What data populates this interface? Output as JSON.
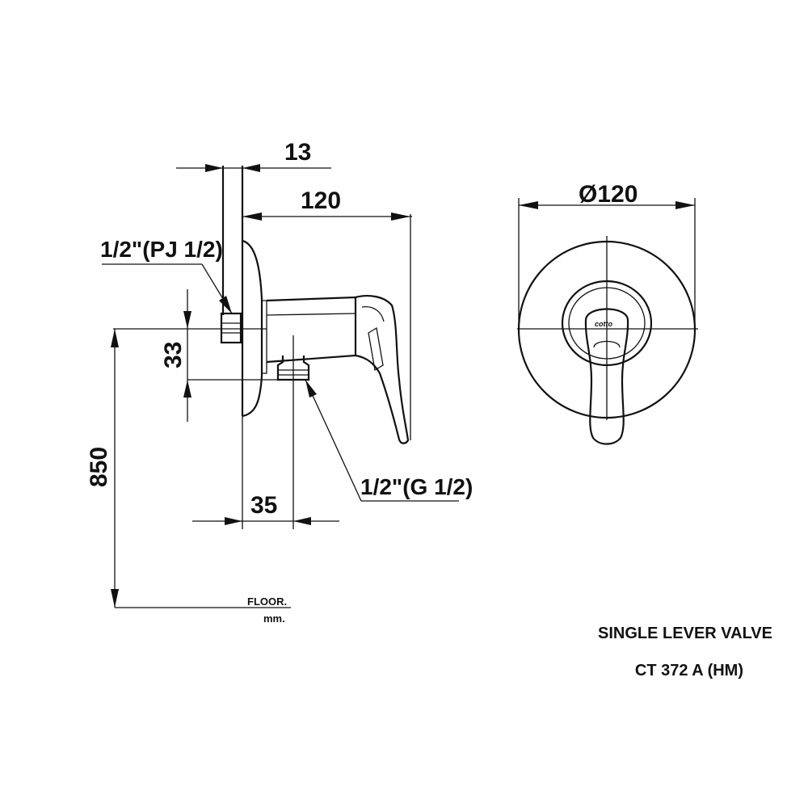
{
  "dimensions": {
    "wall_thickness": "13",
    "body_depth": "120",
    "inlet_spacing": "33",
    "mounting_height": "850",
    "outlet_offset": "35",
    "plate_diameter": "Ø120"
  },
  "connections": {
    "top_inlet": "1/2\"(PJ 1/2)",
    "bottom_outlet": "1/2\"(G 1/2)"
  },
  "reference": {
    "floor_label": "FLOOR.",
    "unit_label": "mm."
  },
  "brand_mark": "cotto",
  "title_block": {
    "product_name": "SINGLE LEVER VALVE",
    "model_code": "CT 372 A (HM)"
  }
}
